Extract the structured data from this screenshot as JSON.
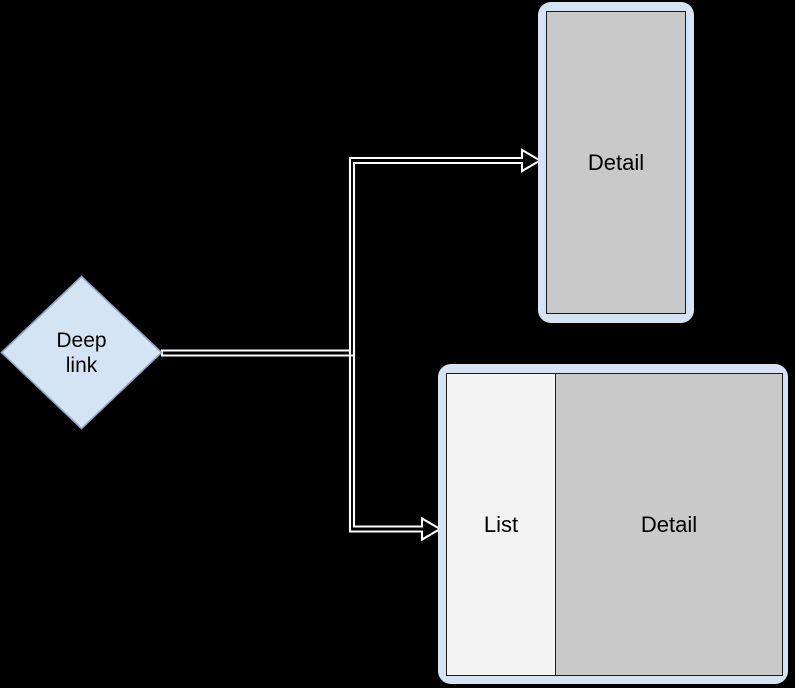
{
  "diagram": {
    "title": "Deep link navigation diagram",
    "background_color": "#000000",
    "node_fill": "#d4e4f4",
    "node_stroke": "#8ea8c3",
    "screen_frame_color": "#d5e4f5",
    "detail_pane_color": "#c9c9c9",
    "list_pane_color": "#f4f4f4",
    "edge_color": "#ffffff"
  },
  "nodes": {
    "deep_link": {
      "label": "Deep\nlink",
      "shape": "diamond"
    },
    "detail_screen": {
      "panes": [
        {
          "name": "detail",
          "label": "Detail"
        }
      ]
    },
    "list_detail_screen": {
      "panes": [
        {
          "name": "list",
          "label": "List"
        },
        {
          "name": "detail",
          "label": "Detail"
        }
      ]
    }
  },
  "edges": [
    {
      "name": "deep-link-to-detail",
      "from": "deep_link",
      "to": "detail_screen",
      "style": "orthogonal-open-arrow"
    },
    {
      "name": "deep-link-to-list-detail",
      "from": "deep_link",
      "to": "list_detail_screen",
      "style": "orthogonal-open-arrow"
    }
  ]
}
